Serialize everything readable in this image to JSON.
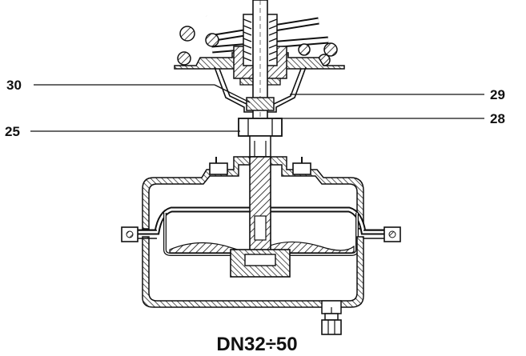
{
  "drawing": {
    "caption": "DN32÷50",
    "callouts": [
      {
        "id": "30",
        "label": "30"
      },
      {
        "id": "29",
        "label": "29"
      },
      {
        "id": "25",
        "label": "25"
      },
      {
        "id": "28",
        "label": "28"
      }
    ]
  },
  "colors": {
    "ink": "#111111",
    "paper": "#ffffff"
  }
}
